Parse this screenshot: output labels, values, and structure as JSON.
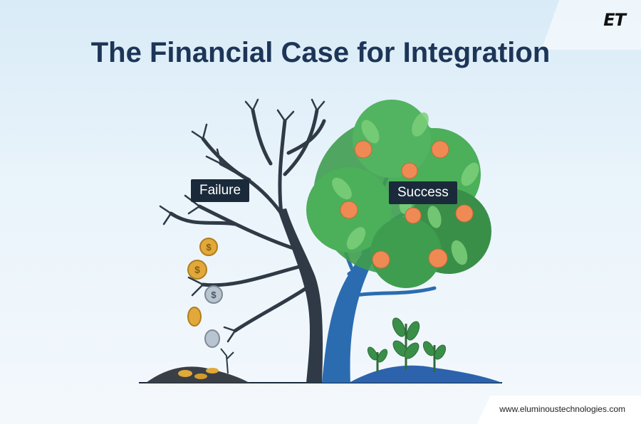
{
  "brand": {
    "logo_text": "ET"
  },
  "header": {
    "title": "The Financial Case for Integration"
  },
  "labels": {
    "failure": "Failure",
    "success": "Success"
  },
  "footer": {
    "url": "www.eluminoustechnologies.com"
  },
  "icons": {
    "coin": "dollar-coin-icon",
    "fruit": "orange-fruit-icon"
  },
  "colors": {
    "title": "#1d3557",
    "label_bg": "#1a2a3a",
    "dead_tree": "#2f3a46",
    "live_trunk": "#2b6cb0",
    "leaf": "#3f9d4f",
    "fruit": "#ef8a54",
    "coin_gold": "#e0a93a",
    "coin_silver": "#b8c4d0"
  }
}
